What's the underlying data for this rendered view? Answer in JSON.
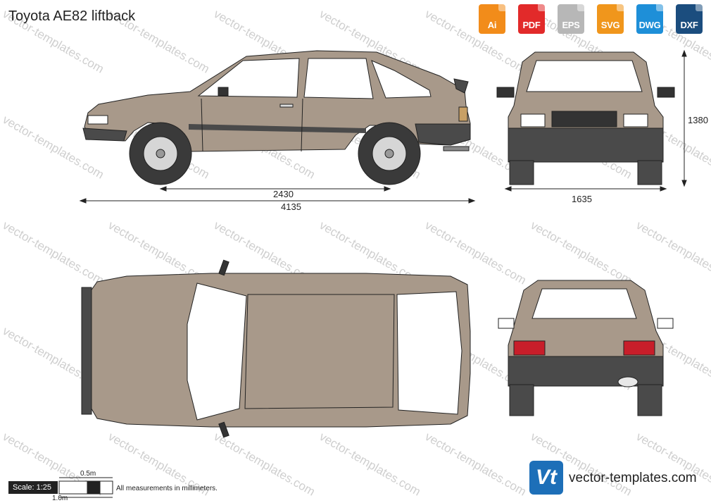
{
  "title": "Toyota AE82 liftback",
  "formats": [
    {
      "label": "Ai",
      "color": "#f28c1a",
      "icon": "ai-file-icon"
    },
    {
      "label": "PDF",
      "color": "#e22a2a",
      "icon": "pdf-file-icon"
    },
    {
      "label": "EPS",
      "color": "#b7b7b7",
      "icon": "eps-file-icon"
    },
    {
      "label": "SVG",
      "color": "#f0961c",
      "icon": "svg-file-icon"
    },
    {
      "label": "DWG",
      "color": "#1e8fd8",
      "icon": "dwg-file-icon"
    },
    {
      "label": "DXF",
      "color": "#1b4d7e",
      "icon": "dxf-file-icon"
    }
  ],
  "dimensions": {
    "wheelbase": "2430",
    "length": "4135",
    "height": "1380",
    "width": "1635"
  },
  "scale": {
    "label": "Scale: 1:25",
    "half_meter": "0.5m",
    "one_meter": "1.0m"
  },
  "note": "All measurements in millimeters.",
  "watermark": "vector-templates.com",
  "brand": {
    "logo_text": "Vt",
    "site": "vector-templates.com"
  },
  "colors": {
    "body": "#a8998a",
    "body_dark": "#958674",
    "trim": "#4a4a4a",
    "glass": "#ffffff",
    "outline": "#222222"
  }
}
